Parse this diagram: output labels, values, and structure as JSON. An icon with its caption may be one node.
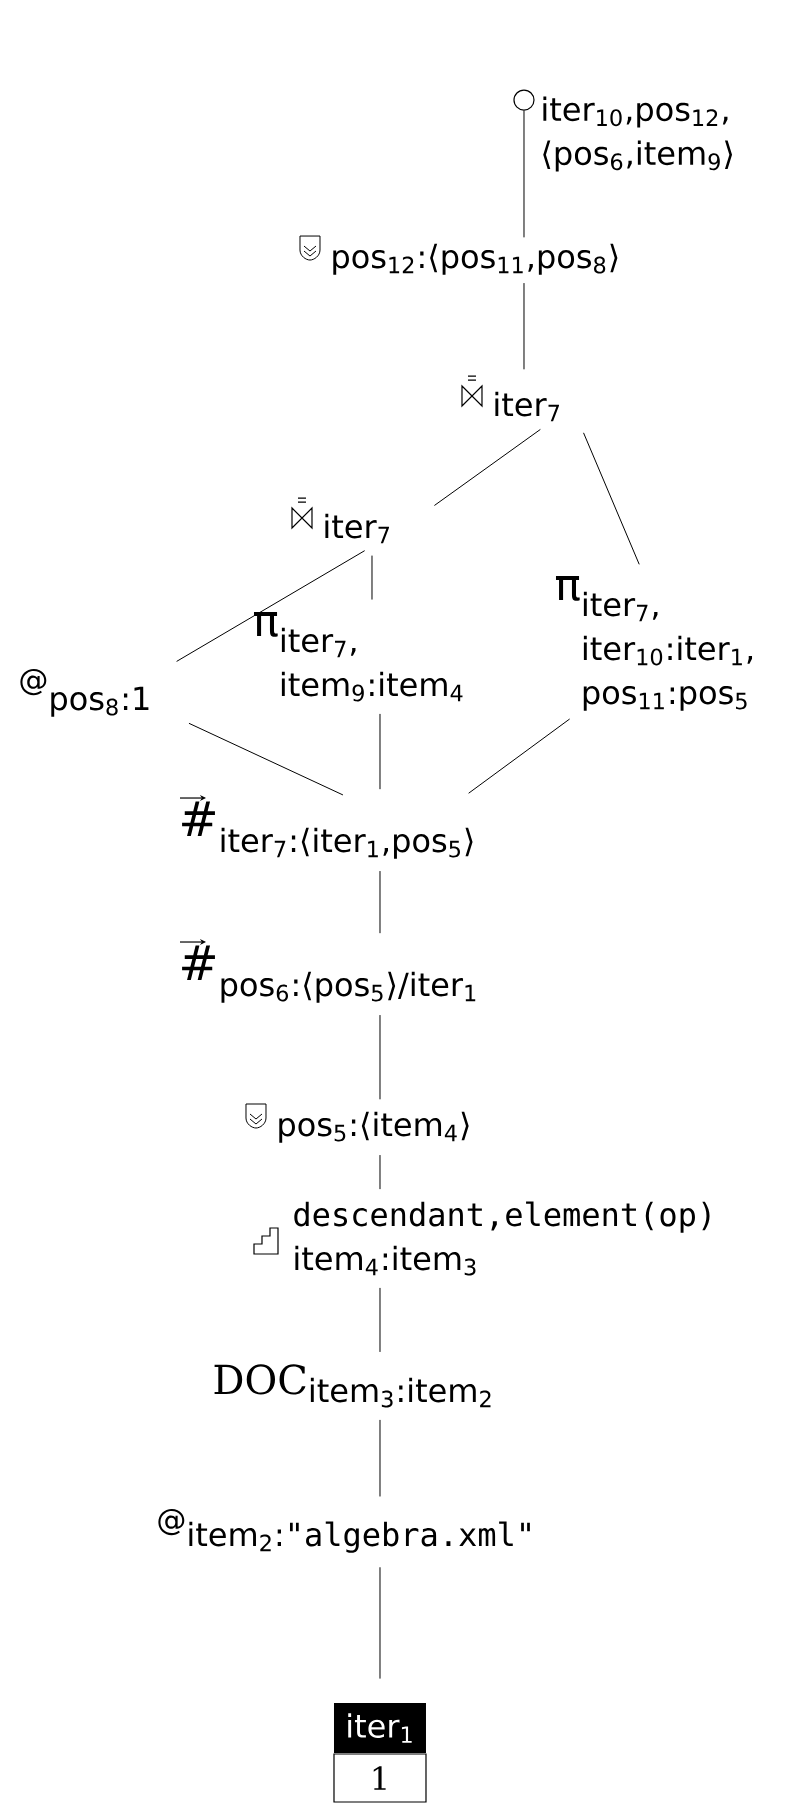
{
  "diagram": {
    "nodes": [
      {
        "text": [
          "iter$_{10}$,pos$_{12}$, ⟨pos$_{6}$,item$_{9}$⟩"
        ]
      },
      {
        "text": [
          "pos$_{12}$:⟨pos$_{11}$,pos$_{8}$⟩"
        ]
      },
      {
        "text": [
          "iter$_{7}$"
        ]
      },
      {
        "text": [
          "iter$_{7}$"
        ]
      },
      {
        "text": [
          "π",
          "iter$_{7}$, iter$_{10}$:iter$_{1}$, pos$_{11}$:pos$_{5}$"
        ]
      },
      {
        "text": [
          "@",
          "pos$_{8}$:1"
        ]
      },
      {
        "text": [
          "π",
          "iter$_{7}$, item$_{9}$:item$_{4}$"
        ]
      },
      {
        "text": [
          "#",
          "iter$_{7}$:⟨iter$_{1}$,pos$_{5}$⟩"
        ]
      },
      {
        "text": [
          "#",
          "pos$_{6}$:⟨pos$_{5}$⟩/iter$_{1}$"
        ]
      },
      {
        "text": [
          "pos$_{5}$:⟨item$_{4}$⟩"
        ]
      },
      {
        "text": [
          "descendant,element(op)",
          "item$_{4}$:item$_{3}$"
        ]
      },
      {
        "text": [
          "DOC",
          "item$_{3}$:item$_{2}$"
        ]
      },
      {
        "text": [
          "@",
          "item$_{2}$:",
          "\"algebra.xml\""
        ]
      },
      {
        "text": [
          "iter$_{1}$",
          "1"
        ]
      }
    ],
    "edges": [
      {
        "from": 0,
        "to": 1,
        "arrow": "none"
      },
      {
        "from": 1,
        "to": 2,
        "arrow": "none"
      },
      {
        "from": 2,
        "to": 3,
        "arrow": "none"
      },
      {
        "from": 2,
        "to": 4,
        "arrow": "none"
      },
      {
        "from": 3,
        "to": 5,
        "arrow": "none"
      },
      {
        "from": 3,
        "to": 6,
        "arrow": "none"
      },
      {
        "from": 5,
        "to": 7,
        "arrow": "none"
      },
      {
        "from": 6,
        "to": 7,
        "arrow": "none"
      },
      {
        "from": 4,
        "to": 7,
        "arrow": "none"
      },
      {
        "from": 7,
        "to": 8,
        "arrow": "none"
      },
      {
        "from": 8,
        "to": 9,
        "arrow": "none"
      },
      {
        "from": 9,
        "to": 10,
        "arrow": "none"
      },
      {
        "from": 10,
        "to": 11,
        "arrow": "none"
      },
      {
        "from": 11,
        "to": 12,
        "arrow": "none"
      },
      {
        "from": 12,
        "to": 13,
        "arrow": "none"
      }
    ]
  }
}
